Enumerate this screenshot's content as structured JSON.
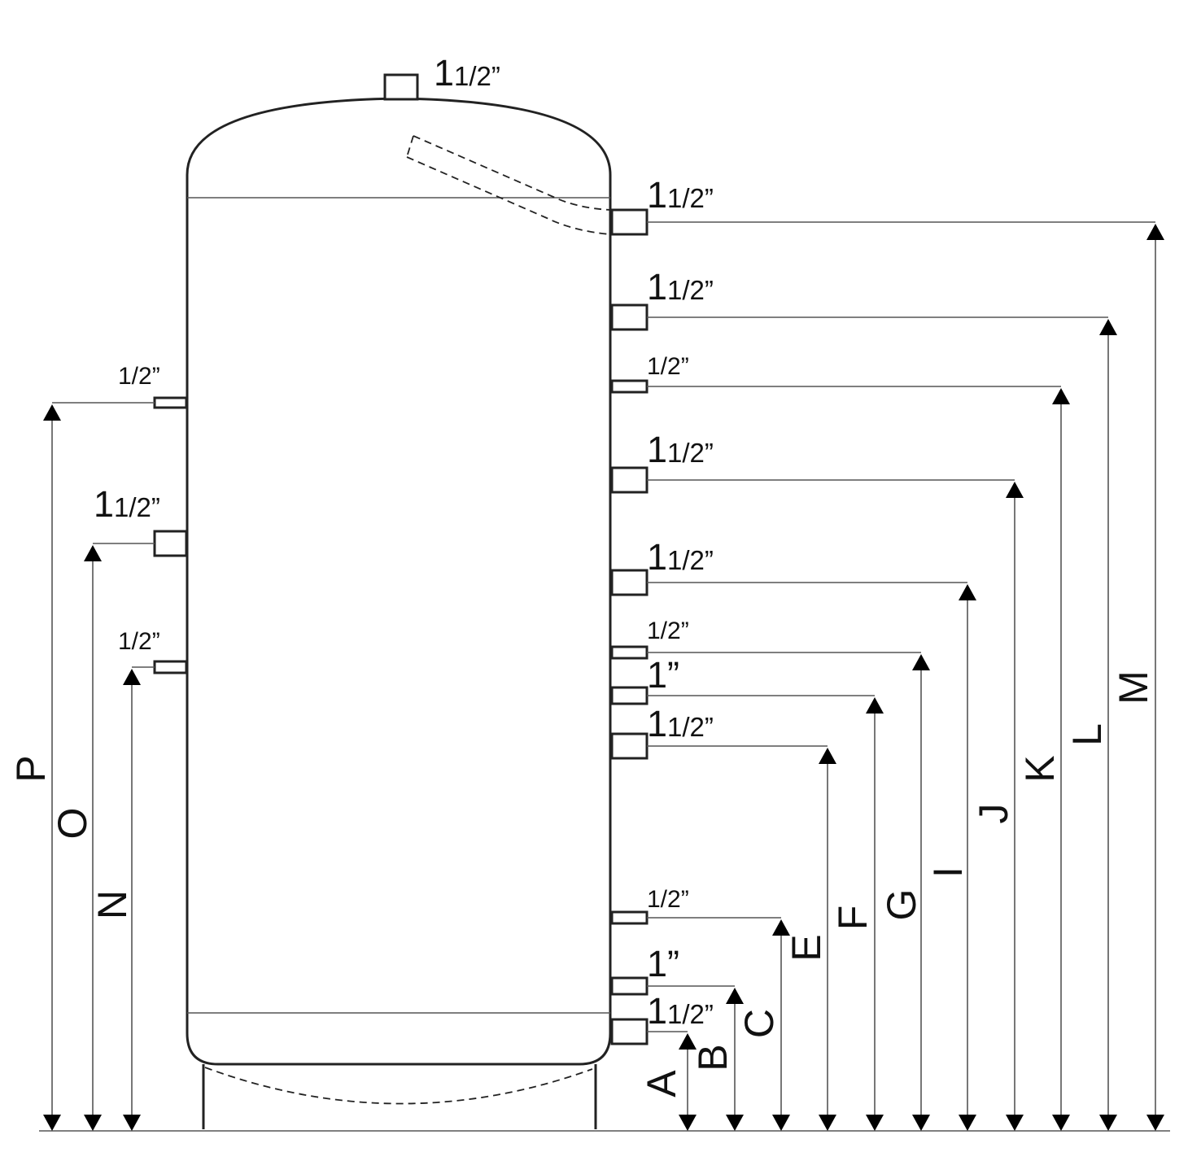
{
  "diagram": {
    "top_connection": {
      "whole": "1",
      "fraction": "1/2”"
    },
    "right_connections": [
      {
        "id": "M",
        "whole": "1",
        "fraction": "1/2”"
      },
      {
        "id": "L",
        "whole": "1",
        "fraction": "1/2”"
      },
      {
        "id": "K",
        "whole": "",
        "fraction": "1/2”"
      },
      {
        "id": "J",
        "whole": "1",
        "fraction": "1/2”"
      },
      {
        "id": "I",
        "whole": "1",
        "fraction": "1/2”"
      },
      {
        "id": "G",
        "whole": "",
        "fraction": "1/2”"
      },
      {
        "id": "F",
        "whole": "1”",
        "fraction": ""
      },
      {
        "id": "E2",
        "whole": "1",
        "fraction": "1/2”"
      },
      {
        "id": "E",
        "whole": "",
        "fraction": "1/2”"
      },
      {
        "id": "C",
        "whole": "1”",
        "fraction": ""
      },
      {
        "id": "A",
        "whole": "1",
        "fraction": "1/2”"
      }
    ],
    "left_connections": [
      {
        "id": "P",
        "whole": "",
        "fraction": "1/2”"
      },
      {
        "id": "O",
        "whole": "1",
        "fraction": "1/2”"
      },
      {
        "id": "N",
        "whole": "",
        "fraction": "1/2”"
      }
    ],
    "dimension_labels": [
      "A",
      "B",
      "C",
      "E",
      "F",
      "G",
      "I",
      "J",
      "K",
      "L",
      "M",
      "N",
      "O",
      "P"
    ]
  }
}
